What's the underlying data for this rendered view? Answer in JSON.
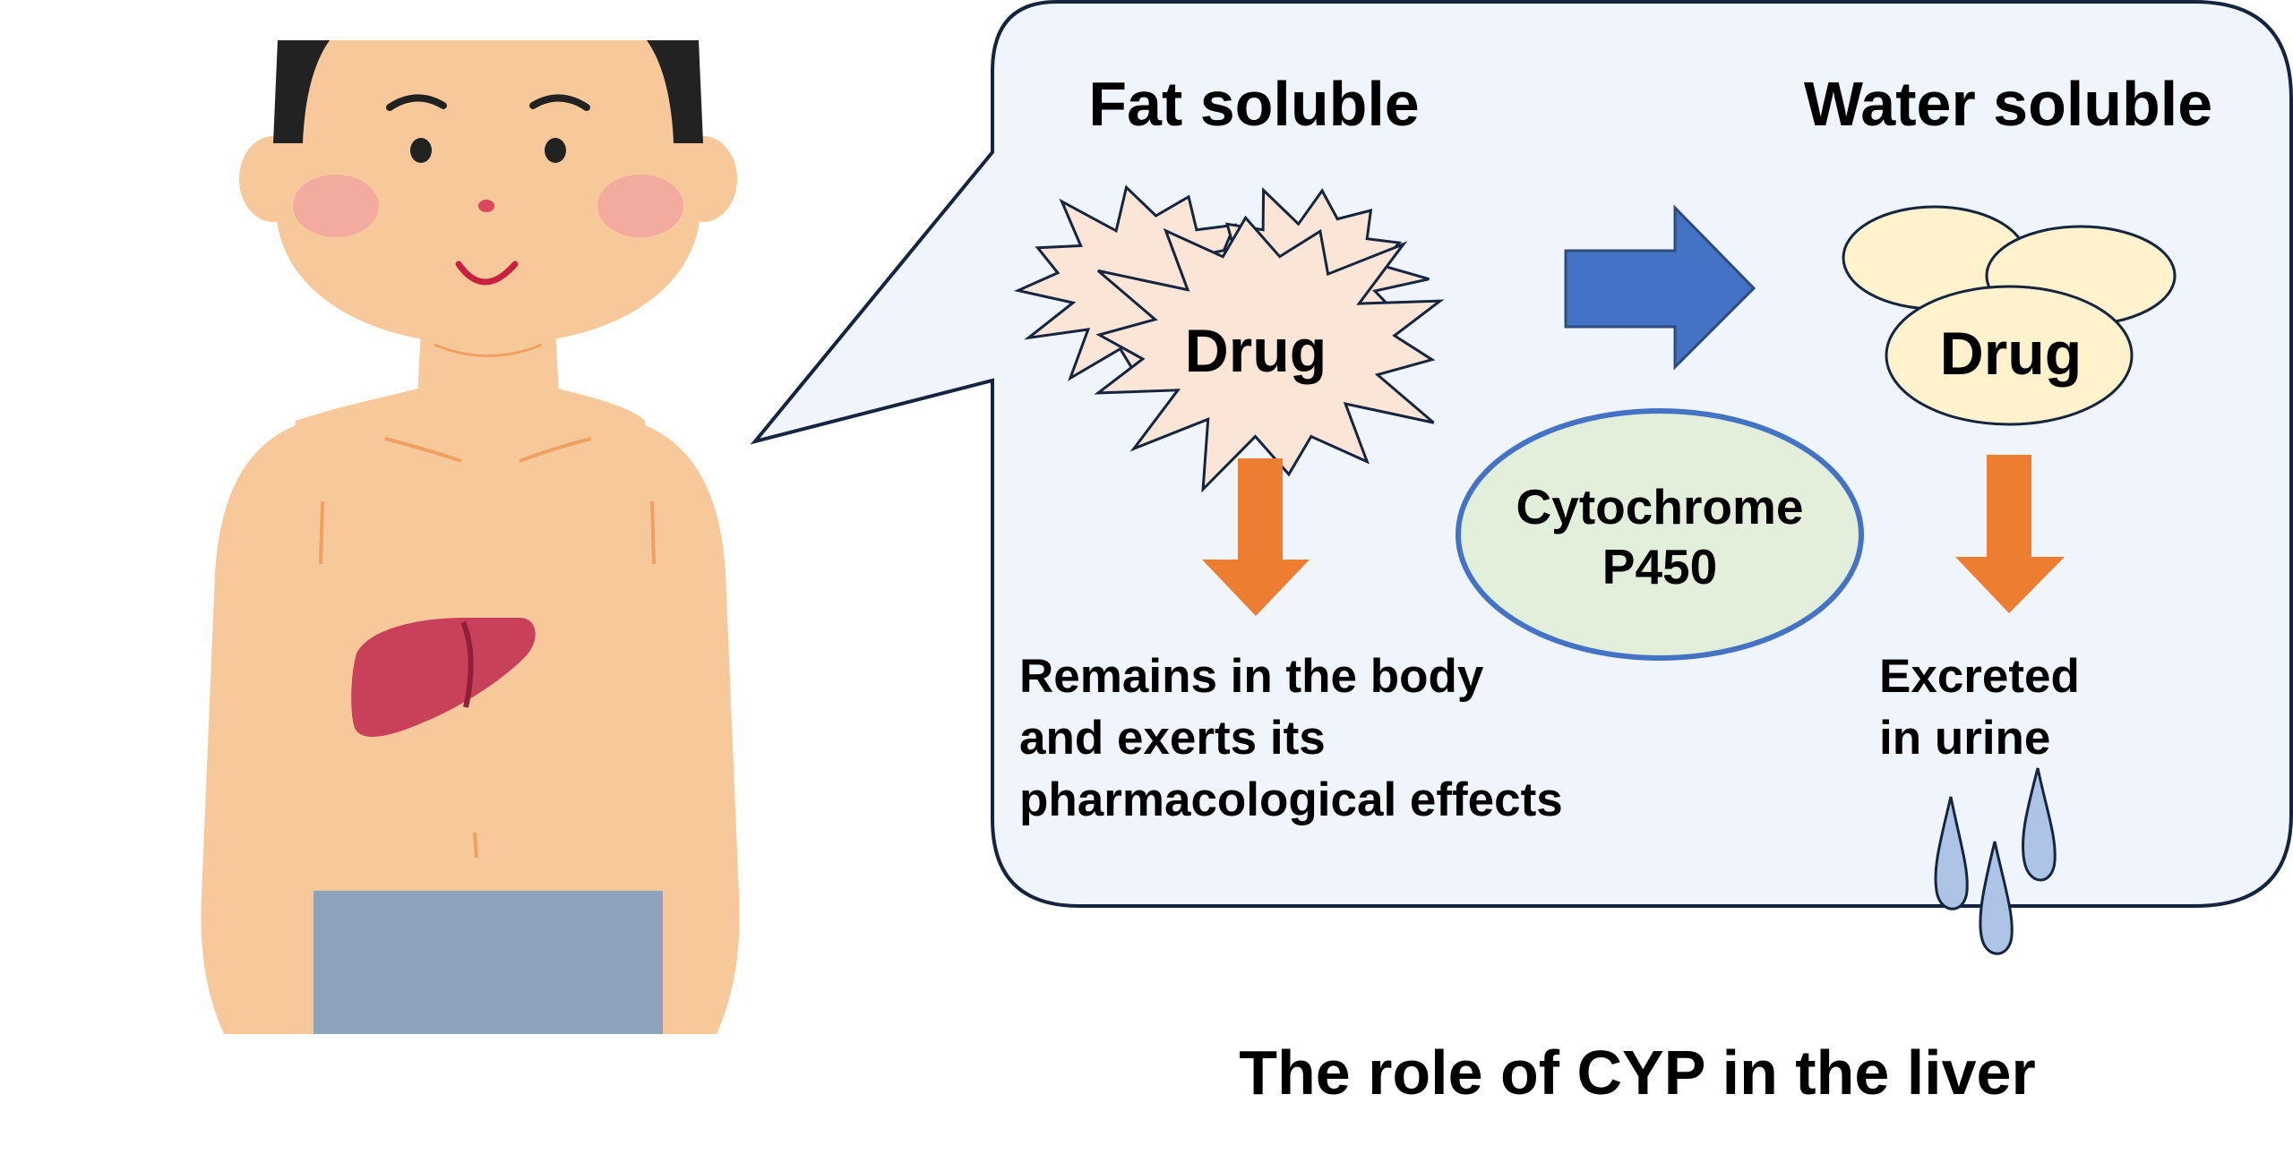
{
  "diagram": {
    "left_heading": "Fat soluble",
    "right_heading": "Water soluble",
    "drug_label_left": "Drug",
    "drug_label_right": "Drug",
    "enzyme_line1": "Cytochrome",
    "enzyme_line2": "P450",
    "left_outcome": [
      "Remains in the body",
      "and exerts its",
      "pharmacological effects"
    ],
    "right_outcome": [
      "Excreted",
      "in urine"
    ],
    "caption": "The role of CYP in the liver"
  },
  "colors": {
    "bubble_fill": "#eff5fa",
    "bubble_stroke": "#15253f",
    "transform_arrow": "#4472c4",
    "outcome_arrow": "#ed7d31",
    "enzyme_fill": "#e2efda",
    "enzyme_stroke": "#4472c4",
    "fat_drug_fill": "#fbe5d6",
    "water_drug_fill": "#fff2cc",
    "skin": "#f7c99a",
    "liver": "#c8405a",
    "shorts": "#8da2bd",
    "urine_drop": "#adc4e6"
  },
  "icons": [
    "person-illustration",
    "liver-icon",
    "urine-drops-icon"
  ]
}
